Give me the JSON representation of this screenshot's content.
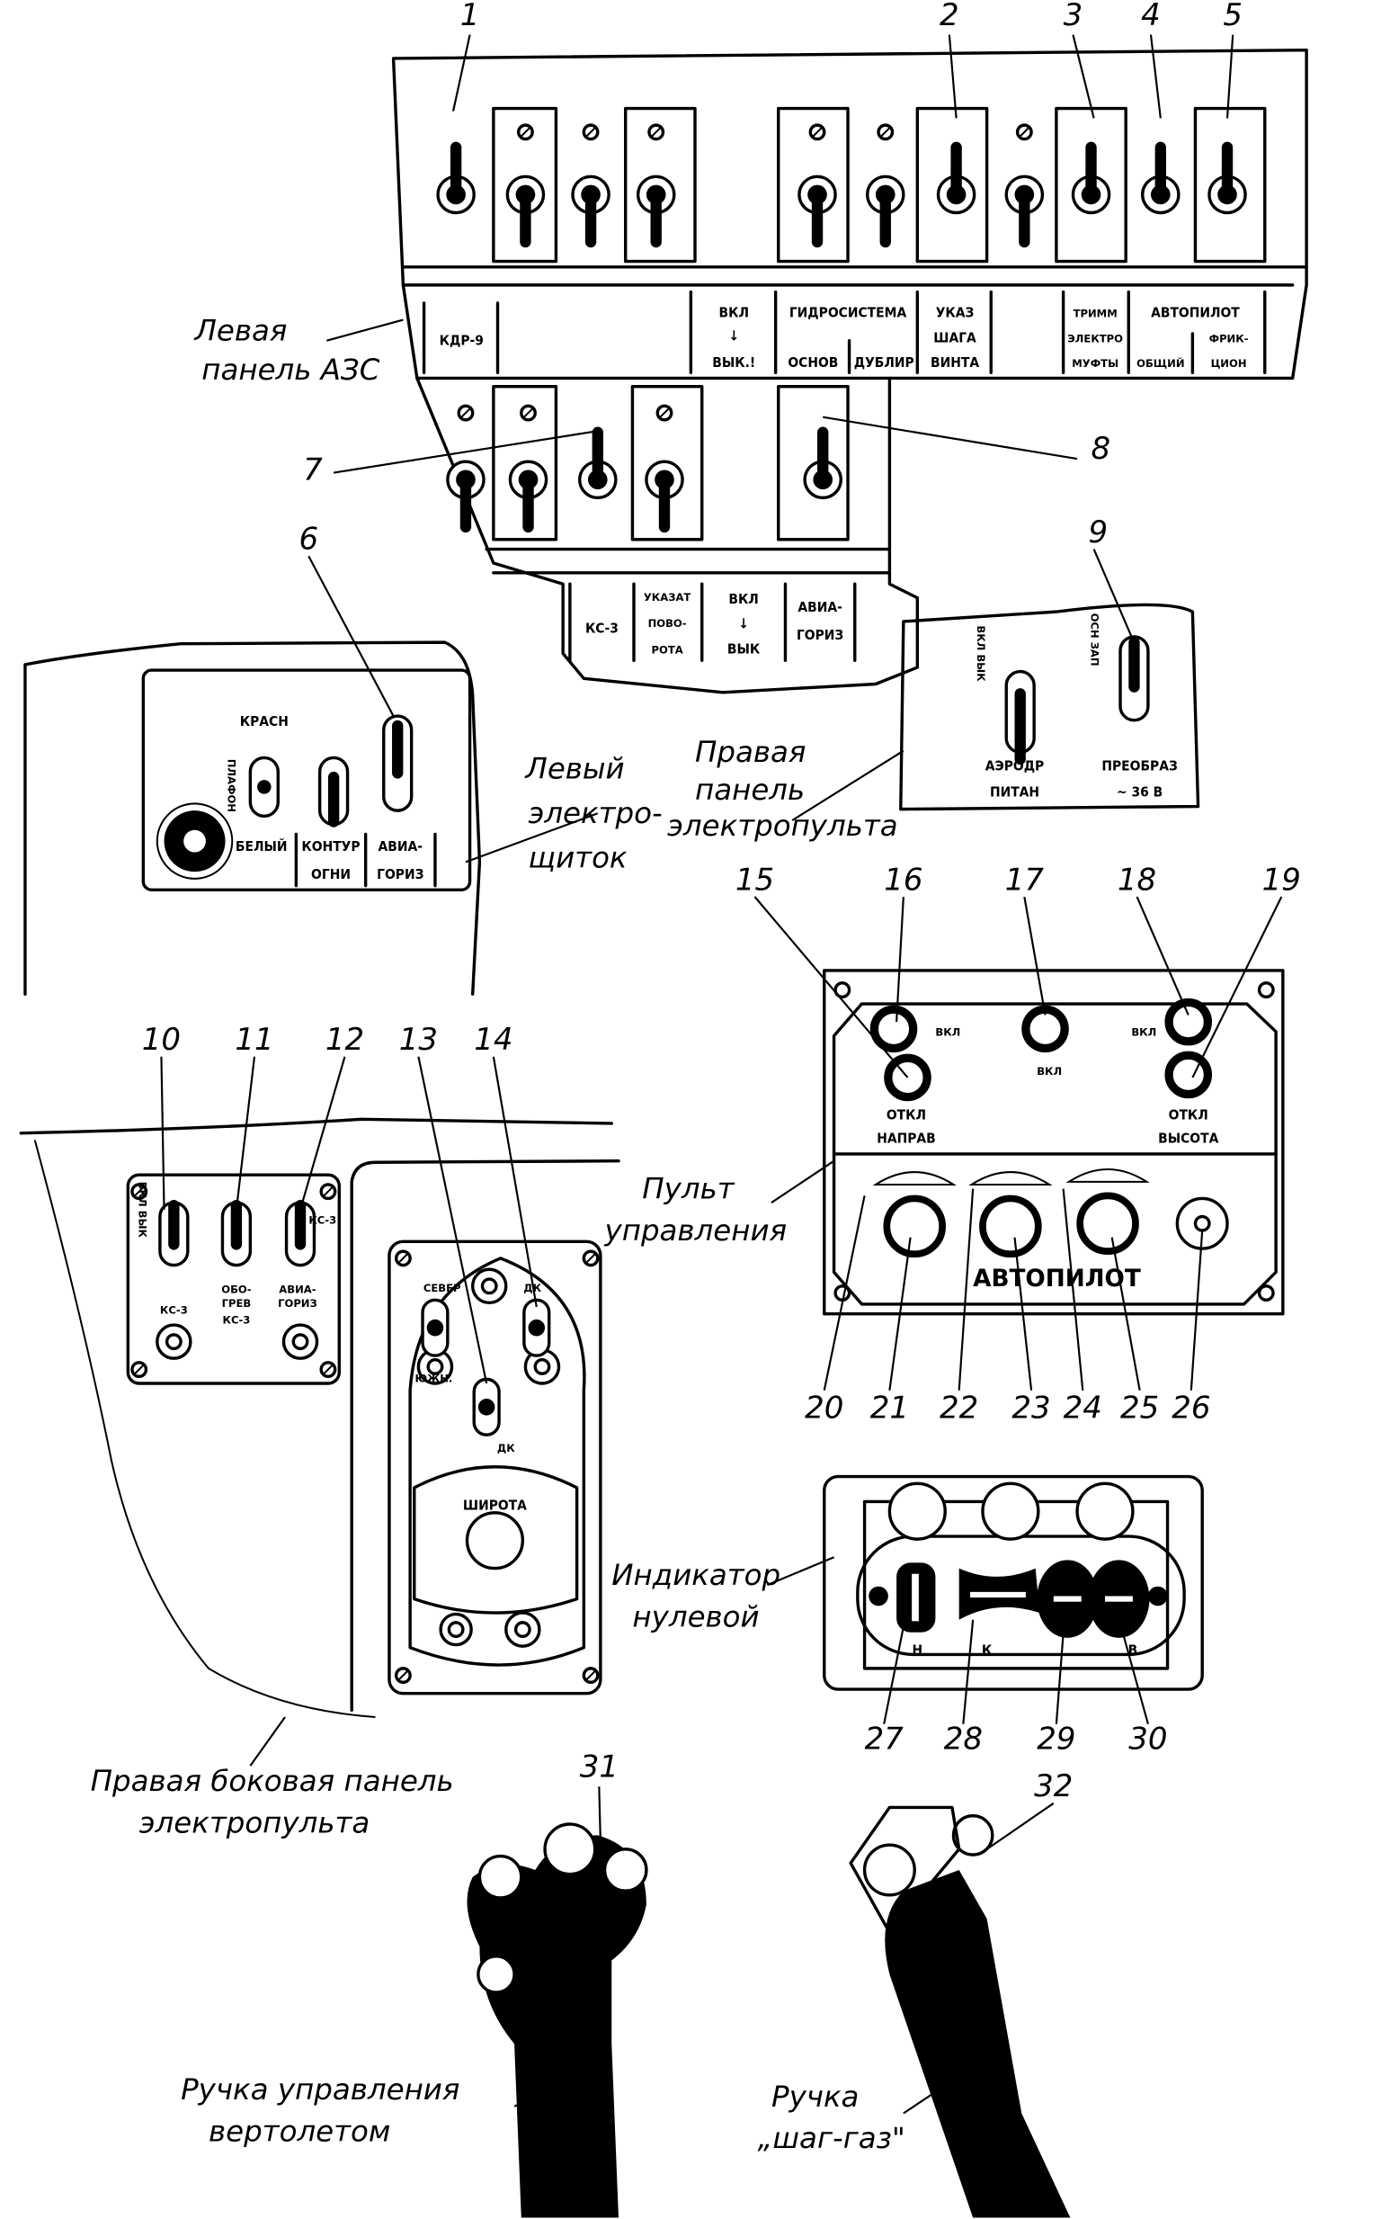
{
  "callouts": [
    "1",
    "2",
    "3",
    "4",
    "5",
    "6",
    "7",
    "8",
    "9",
    "10",
    "11",
    "12",
    "13",
    "14",
    "15",
    "16",
    "17",
    "18",
    "19",
    "20",
    "21",
    "22",
    "23",
    "24",
    "25",
    "26",
    "27",
    "28",
    "29",
    "30",
    "31",
    "32"
  ],
  "captions": {
    "left_azs": [
      "Левая",
      "панель АЗС"
    ],
    "left_shield": [
      "Левый",
      "электро-",
      "щиток"
    ],
    "right_panel": [
      "Правая",
      "панель",
      "электропульта"
    ],
    "control_pult": [
      "Пульт",
      "управления"
    ],
    "zero_indicator": [
      "Индикатор",
      "нулевой"
    ],
    "right_side_panel": [
      "Правая боковая панель",
      "электропульта"
    ],
    "cyclic_stick": [
      "Ручка управления",
      "вертолетом"
    ],
    "collective": [
      "Ручка",
      "„шаг-газ\""
    ]
  },
  "azs_top": {
    "kdr": "КДР-9",
    "vkl": [
      "ВКЛ",
      "↓",
      "ВЫК.!"
    ],
    "hydro": "ГИДРОСИСТЕМА",
    "hydro_main": "ОСНОВ",
    "hydro_dup": "ДУБЛИР",
    "pitch": [
      "УКАЗ",
      "ШАГА",
      "ВИНТА"
    ],
    "trim": [
      "ТРИММ",
      "ЭЛЕКТРО",
      "МУФТЫ"
    ],
    "autopilot": "АВТОПИЛОТ",
    "ap_common": "ОБЩИЙ",
    "friction": [
      "ФРИК-",
      "ЦИОН"
    ]
  },
  "azs_bottom": {
    "ks3": "КС-3",
    "turn": [
      "УКАЗАТ",
      "ПОВО-",
      "РОТА"
    ],
    "vkl": [
      "ВКЛ",
      "↓",
      "ВЫК"
    ],
    "horizon": [
      "АВИА-",
      "ГОРИЗ"
    ]
  },
  "left_shield": {
    "red": "КРАСН",
    "plafon": "ПЛАФОН",
    "white": "БЕЛЫЙ",
    "contour": [
      "КОНТУР",
      "ОГНИ"
    ],
    "horizon": [
      "АВИА-",
      "ГОРИЗ"
    ]
  },
  "right_panel": {
    "onoff": "ВКЛ ВЫК",
    "mainres": "ОСН ЗАП",
    "ground": [
      "АЭРОДР",
      "ПИТАН"
    ],
    "conv": [
      "ПРЕОБРАЗ",
      "~ 36 В"
    ]
  },
  "pult": {
    "on_left": "ВКЛ",
    "off_dir": [
      "ОТКЛ",
      "НАПРАВ"
    ],
    "on_center": "ВКЛ",
    "on_right": "ВКЛ",
    "off_alt": [
      "ОТКЛ",
      "ВЫСОТА"
    ],
    "autopilot": "АВТОПИЛОТ"
  },
  "side_small": {
    "onoff": "ВКЛ ВЫК",
    "ks3": "КС-3",
    "heat": [
      "ОБО-",
      "ГРЕВ",
      "КС-3"
    ],
    "horizon": [
      "АВИА-",
      "ГОРИЗ"
    ],
    "ks3_top": "КС-3"
  },
  "compass": {
    "north": "СЕВЕР",
    "south": "ЮЖН.",
    "dk": "ДК",
    "dk2": "ДК",
    "latitude": "ШИРОТА"
  },
  "indicator": {
    "n": "Н",
    "k": "К",
    "v": "В"
  }
}
